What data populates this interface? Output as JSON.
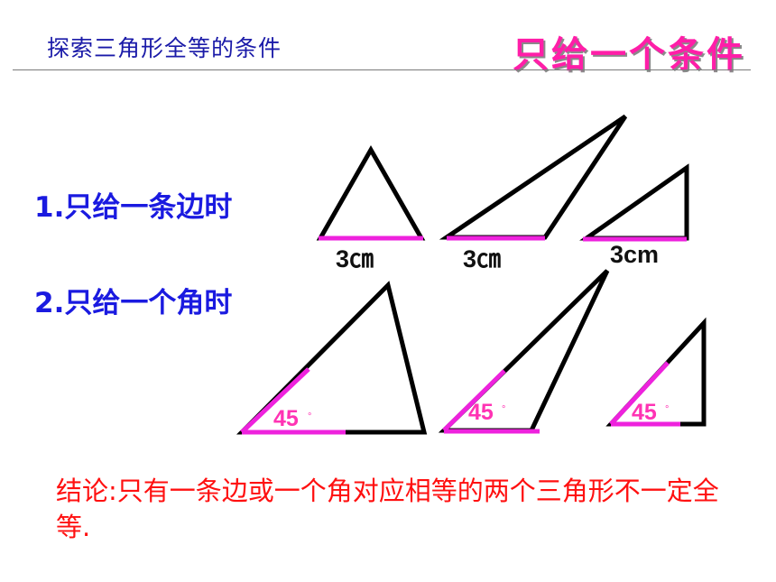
{
  "header": {
    "title": "探索三角形全等的条件",
    "slide_title": "只给一个条件"
  },
  "cases": [
    {
      "label": "1.只给一条边时"
    },
    {
      "label": "2.只给一个角时"
    }
  ],
  "side_labels": [
    "3㎝",
    "3㎝",
    "3cm"
  ],
  "angle_labels": [
    "45",
    "45",
    "45"
  ],
  "angle_unit": "°",
  "conclusion": "结论:只有一条边或一个角对应相等的两个三角形不一定全等.",
  "colors": {
    "header": "#1a1aa8",
    "slide_title": "#ff1ea8",
    "case_label": "#1a1ae0",
    "highlight": "#ee22dd",
    "conclusion": "#ff1010",
    "stroke": "#000000"
  }
}
